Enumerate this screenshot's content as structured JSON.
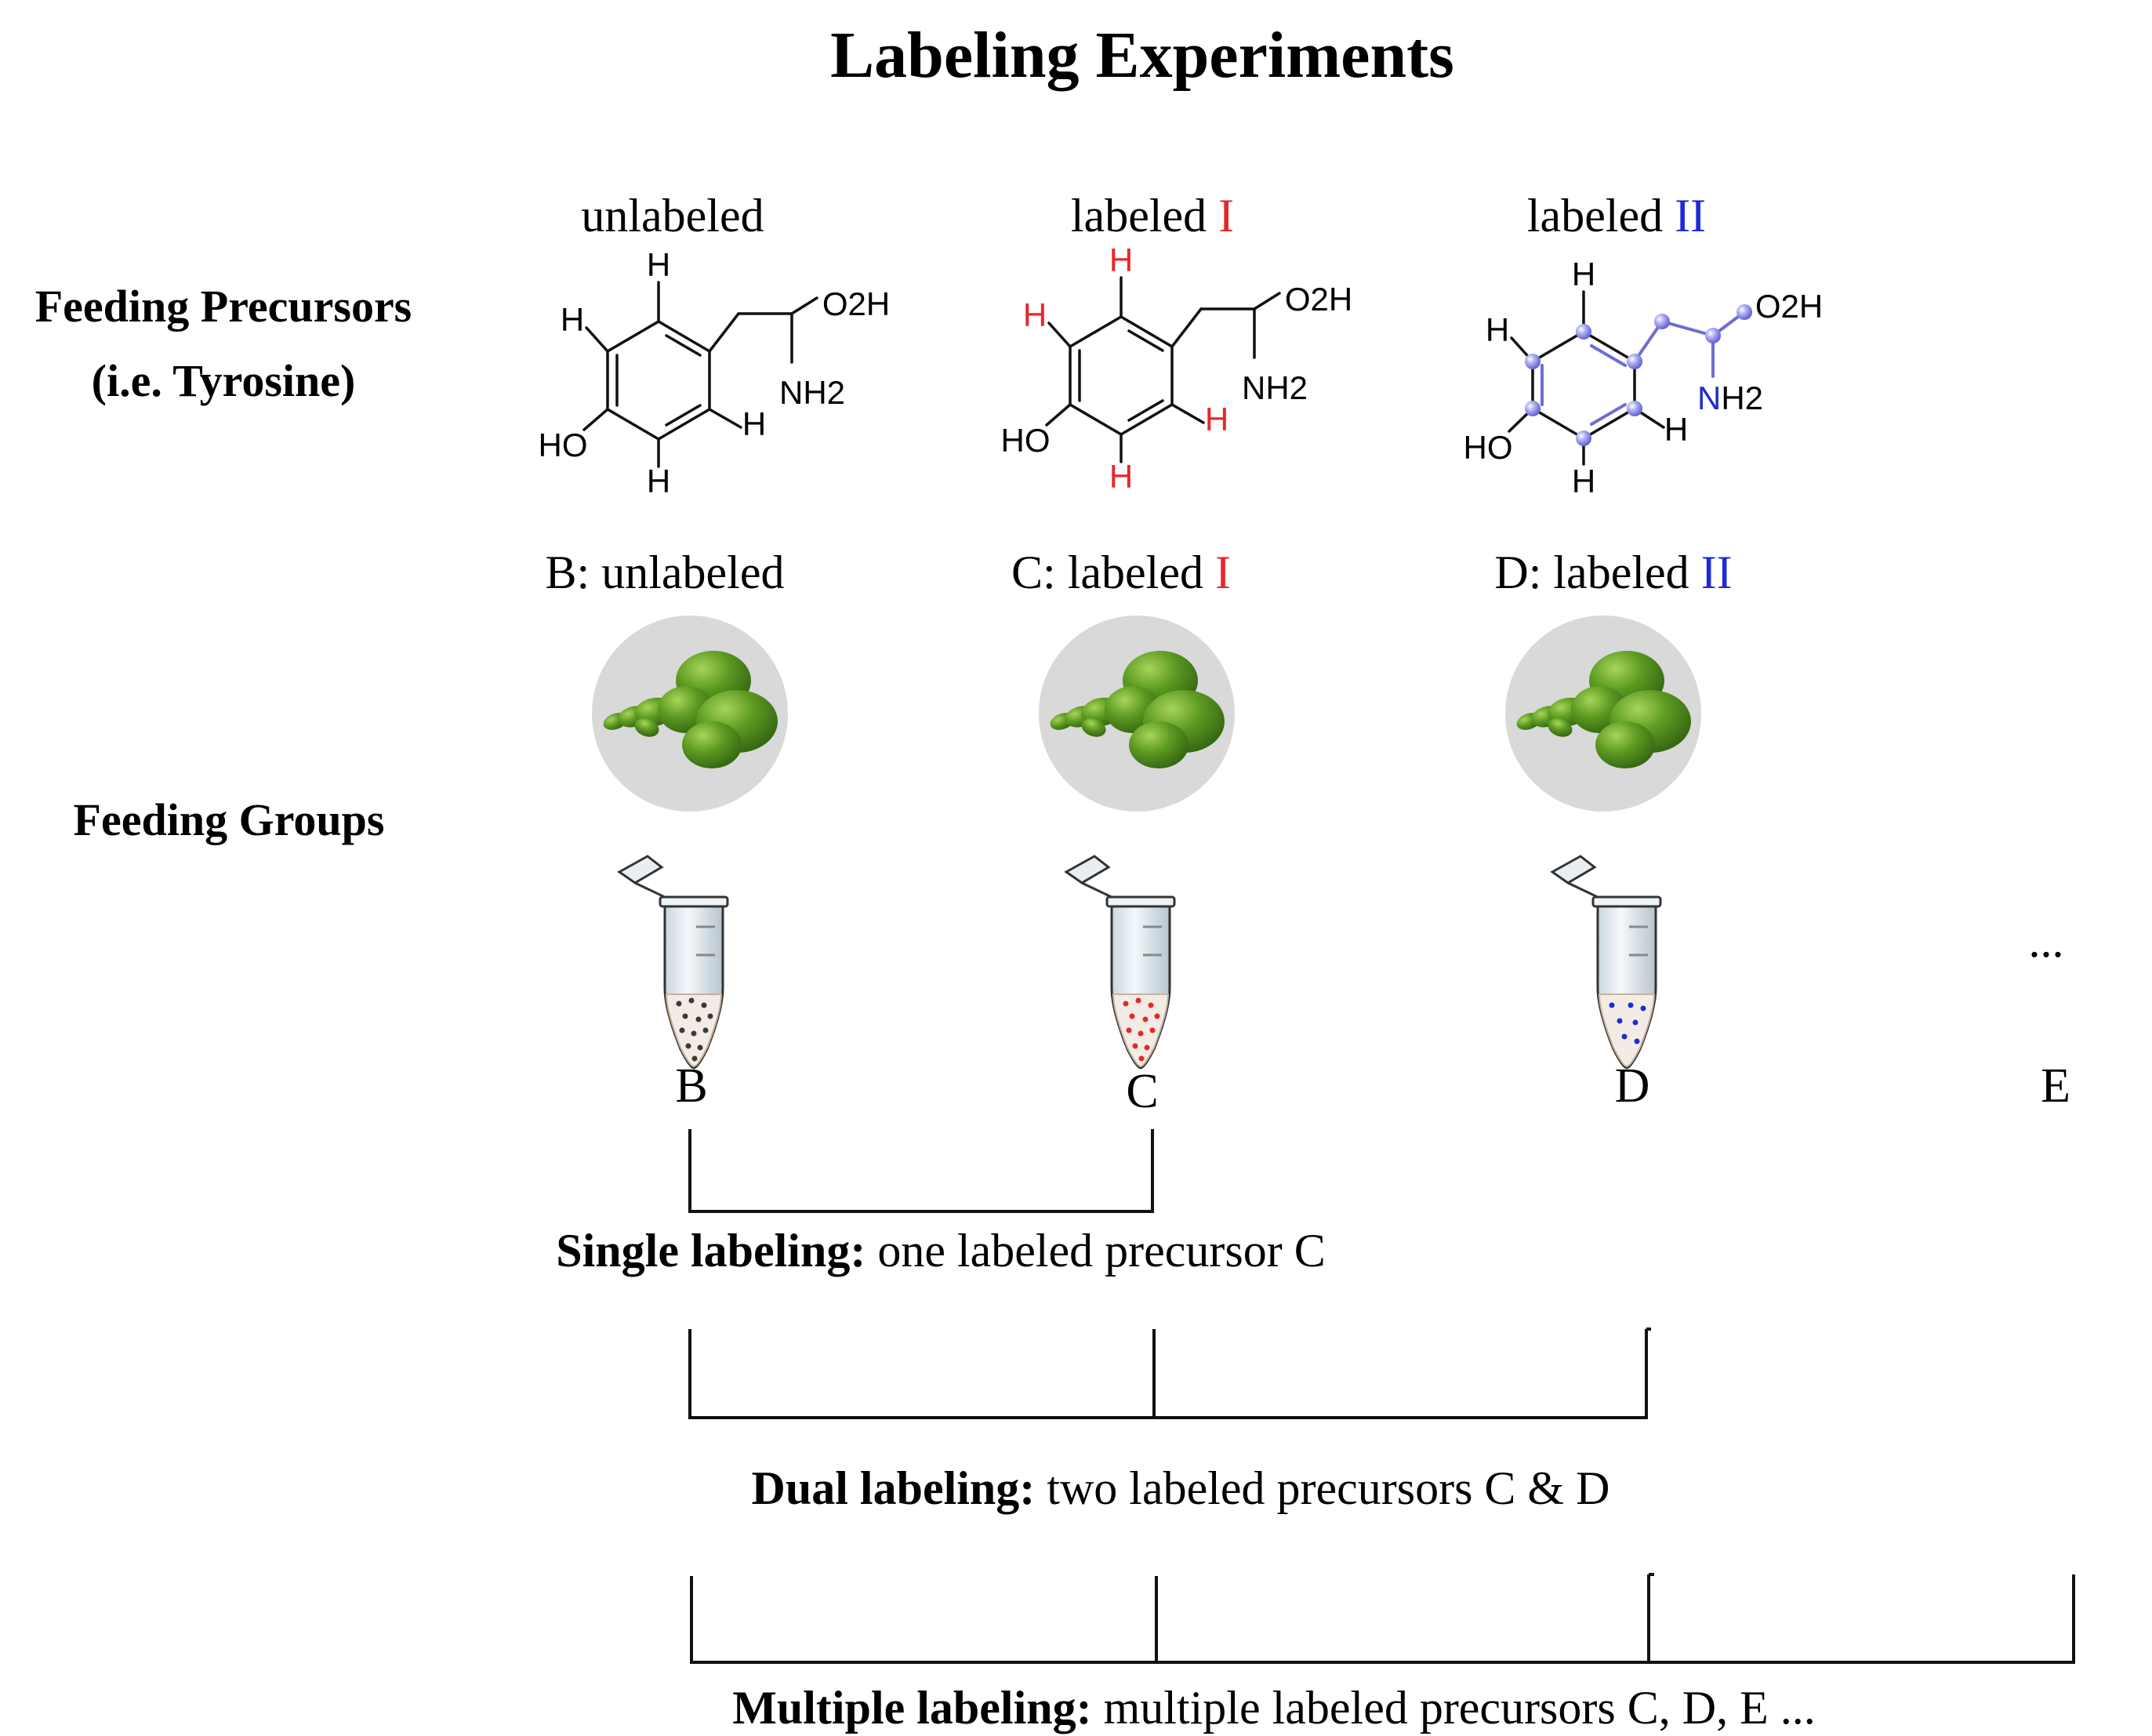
{
  "title": "Labeling Experiments",
  "side_labels": {
    "feeding_precursors_line1": "Feeding Precursors",
    "feeding_precursors_line2": "(i.e. Tyrosine)",
    "feeding_groups": "Feeding Groups"
  },
  "precursors": [
    {
      "label": "unlabeled",
      "suffix": "",
      "suffix_color": "#000000"
    },
    {
      "label": "labeled ",
      "suffix": "I",
      "suffix_color": "#e8262a"
    },
    {
      "label": "labeled ",
      "suffix": "II",
      "suffix_color": "#1f2bd6"
    }
  ],
  "molecule_atoms": {
    "h": "H",
    "ho": "HO",
    "o2h": "O2H",
    "nh2": "NH2",
    "n": "N",
    "h2": "H2"
  },
  "groups": [
    {
      "prefix": "B: ",
      "label": "unlabeled",
      "suffix": "",
      "suffix_color": "#000000",
      "tube_letter": "B",
      "dot_color": "#3a3a3a"
    },
    {
      "prefix": "C: ",
      "label": "labeled ",
      "suffix": "I",
      "suffix_color": "#e8262a",
      "tube_letter": "C",
      "dot_color": "#e8262a"
    },
    {
      "prefix": "D: ",
      "label": "labeled ",
      "suffix": "II",
      "suffix_color": "#1f2bd6",
      "tube_letter": "D",
      "dot_color": "#1f2bd6"
    }
  ],
  "extra_group": {
    "ellipsis": "...",
    "tube_letter": "E"
  },
  "labeling_schemes": [
    {
      "name": "Single labeling:",
      "desc": " one labeled precursor C"
    },
    {
      "name": "Dual labeling:",
      "desc": " two labeled precursors C & D"
    },
    {
      "name": "Multiple labeling:",
      "desc": " multiple labeled precursors C, D, E ..."
    }
  ],
  "colors": {
    "label_I": "#e8262a",
    "label_II": "#1f2bd6",
    "atom_ball": "#a9a9f2",
    "plant_green": "#4d8a1f",
    "dish_gray": "#d9d9d9"
  }
}
